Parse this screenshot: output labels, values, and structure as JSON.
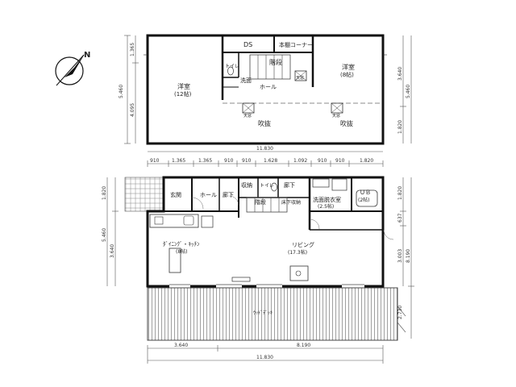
{
  "compass": {
    "north": "N"
  },
  "upper_floor": {
    "room_western_large": "洋室",
    "room_western_large_size": "(12帖)",
    "room_western_small": "洋室",
    "room_western_small_size": "(8帖)",
    "ds": "DS",
    "bookshelf_corner": "本棚コーナー",
    "stairs": "階段",
    "toilet": "トイレ",
    "washstand": "洗面",
    "hall": "ホール",
    "skylight_1": "天窓",
    "skylight_2": "天窓",
    "skylight_3": "天窓",
    "open_left": "吹抜",
    "open_right": "吹抜",
    "dims_top": {
      "left": "5.460"
    },
    "dims_left": [
      "1.365",
      "4.095"
    ],
    "dims_right": [
      "3.640",
      "1.820"
    ],
    "dims_right_total": "5.460"
  },
  "mid_dims": {
    "segments": [
      "910",
      "1.365",
      "1.365",
      "910",
      "910",
      "1.628",
      "1.092",
      "910",
      "910",
      "1.820"
    ],
    "total": "11.830"
  },
  "lower_floor": {
    "entrance": "玄関",
    "hall": "ホール",
    "corridor_left": "廊下",
    "storage": "収納",
    "toilet": "トイレ",
    "corridor_right": "廊下",
    "stairs": "階段",
    "storage_under": "床下収納",
    "washroom": "洗面脱衣室",
    "washroom_size": "(2.5帖)",
    "bath": "ＵＢ",
    "bath_size": "(2帖)",
    "dining_kitchen": "ﾀﾞｲﾆﾝｸﾞ・ｷｯﾁﾝ",
    "dining_kitchen_size": "(8帖)",
    "living": "リビング",
    "living_size": "(17.3帖)",
    "wood_deck": "ｳｯﾄﾞﾃﾞｯｷ",
    "dims_left": [
      "1.820",
      "3.640"
    ],
    "dims_left_total": "5.460",
    "dims_right": [
      "1.820",
      "637",
      "3.003"
    ],
    "dims_right_total": "8.190",
    "dims_right_deck": "2.730",
    "dims_bottom": [
      "3.640",
      "8.190"
    ],
    "dims_bottom_total": "11.830"
  }
}
